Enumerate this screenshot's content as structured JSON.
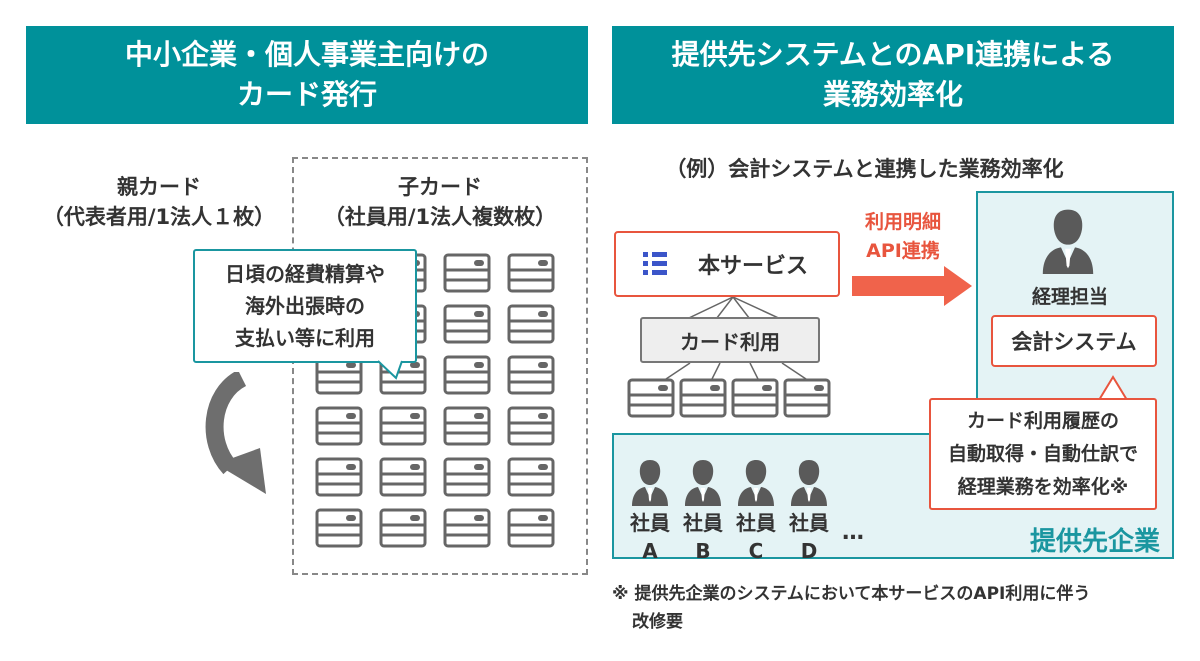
{
  "left": {
    "banner_line1": "中小企業・個人事業主向けの",
    "banner_line2": "カード発行",
    "parent_line1": "親カード",
    "parent_line2": "（代表者用/1法人１枚）",
    "child_line1": "子カード",
    "child_line2": "（社員用/1法人複数枚）",
    "callout_line1": "日頃の経費精算や",
    "callout_line2": "海外出張時の",
    "callout_line3": "支払い等に利用"
  },
  "right": {
    "banner_line1": "提供先システムとのAPI連携による",
    "banner_line2": "業務効率化",
    "example_title": "（例）会計システムと連携した業務効率化",
    "service_name": "本サービス",
    "arrow_line1": "利用明細",
    "arrow_line2": "API連携",
    "card_use": "カード利用",
    "accountant": "経理担当",
    "accounting_system": "会計システム",
    "callout_line1": "カード利用履歴の",
    "callout_line2": "自動取得・自動仕訳で",
    "callout_line3": "経理業務を効率化※",
    "company": "提供先企業",
    "employees": [
      {
        "line1": "社員",
        "line2": "A"
      },
      {
        "line1": "社員",
        "line2": "B"
      },
      {
        "line1": "社員",
        "line2": "C"
      },
      {
        "line1": "社員",
        "line2": "D"
      }
    ],
    "ellipsis": "…",
    "footnote_line1": "※ 提供先企業のシステムにおいて本サービスのAPI利用に伴う",
    "footnote_line2": "改修要"
  },
  "colors": {
    "teal": "#00919a",
    "teal_border": "#1a96a0",
    "panel_bg": "#e4f3f5",
    "accent_red": "#e8553e",
    "arrow_red": "#f0634b",
    "gray": "#666666",
    "person": "#5a5a5a"
  },
  "icons": {
    "card": "credit-card-icon",
    "person": "person-icon",
    "logo": "service-logo-icon",
    "rotate": "curved-arrow-icon",
    "arrow": "right-arrow-icon"
  }
}
